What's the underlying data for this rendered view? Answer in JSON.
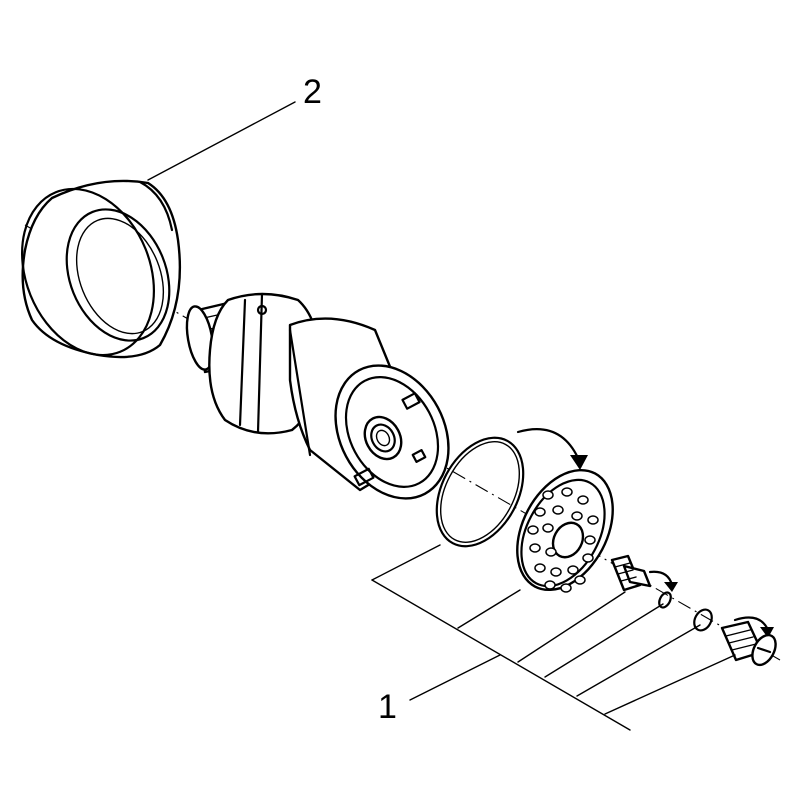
{
  "callouts": [
    {
      "id": "callout-1",
      "text": "1"
    },
    {
      "id": "callout-2",
      "text": "2"
    }
  ],
  "colors": {
    "ink": "#000000",
    "paper": "#ffffff"
  }
}
